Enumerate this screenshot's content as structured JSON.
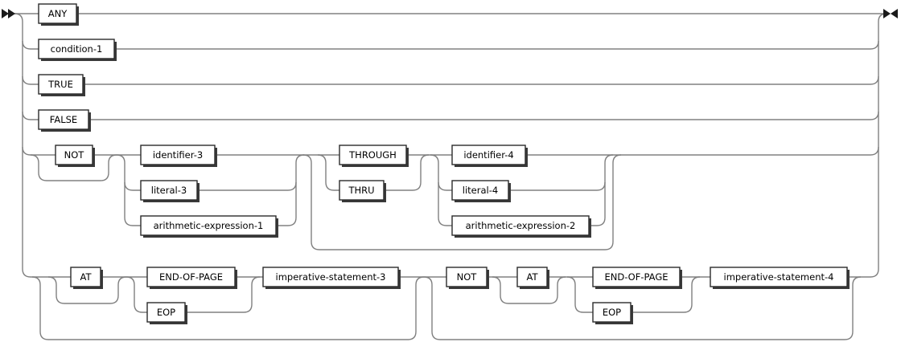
{
  "diagram": {
    "markers": {
      "start_icon": "statement-start",
      "end_icon": "statement-end",
      "start_glyph": "▶▶",
      "end_glyph": "▶◀"
    },
    "colors": {
      "line": "#808080",
      "box_border": "#2b2b2b",
      "box_shadow": "#3a3a3a",
      "box_fill": "#ffffff",
      "text": "#000000",
      "marker": "#1a1a1a",
      "bg": "#ffffff"
    },
    "nodes": [
      {
        "id": "any",
        "label": "ANY"
      },
      {
        "id": "condition-1",
        "label": "condition-1"
      },
      {
        "id": "true",
        "label": "TRUE"
      },
      {
        "id": "false",
        "label": "FALSE"
      },
      {
        "id": "not-1",
        "label": "NOT"
      },
      {
        "id": "identifier-3",
        "label": "identifier-3"
      },
      {
        "id": "literal-3",
        "label": "literal-3"
      },
      {
        "id": "arithmetic-expression-1",
        "label": "arithmetic-expression-1"
      },
      {
        "id": "through",
        "label": "THROUGH"
      },
      {
        "id": "thru",
        "label": "THRU"
      },
      {
        "id": "identifier-4",
        "label": "identifier-4"
      },
      {
        "id": "literal-4",
        "label": "literal-4"
      },
      {
        "id": "arithmetic-expression-2",
        "label": "arithmetic-expression-2"
      },
      {
        "id": "at-1",
        "label": "AT"
      },
      {
        "id": "end-of-page-1",
        "label": "END-OF-PAGE"
      },
      {
        "id": "eop-1",
        "label": "EOP"
      },
      {
        "id": "imperative-statement-3",
        "label": "imperative-statement-3"
      },
      {
        "id": "not-2",
        "label": "NOT"
      },
      {
        "id": "at-2",
        "label": "AT"
      },
      {
        "id": "end-of-page-2",
        "label": "END-OF-PAGE"
      },
      {
        "id": "eop-2",
        "label": "EOP"
      },
      {
        "id": "imperative-statement-4",
        "label": "imperative-statement-4"
      }
    ]
  }
}
